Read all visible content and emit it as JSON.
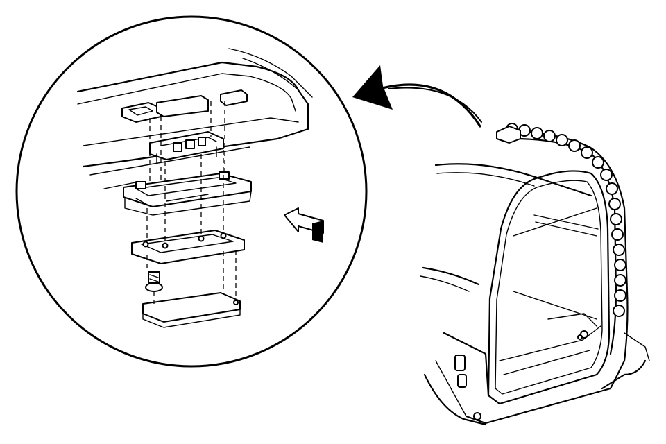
{
  "figure": {
    "kind": "exploded-view line illustration",
    "background": "#ffffff",
    "ink": "#000000",
    "parts": [
      {
        "name": "roof-bezel-opening"
      },
      {
        "name": "mounting-bracket"
      },
      {
        "name": "lamp-housing"
      },
      {
        "name": "lens-retainer"
      },
      {
        "name": "retaining-screw"
      },
      {
        "name": "lamp-lens"
      }
    ],
    "icons": [
      "curved-arrow-icon",
      "direction-arrow-icon"
    ]
  }
}
